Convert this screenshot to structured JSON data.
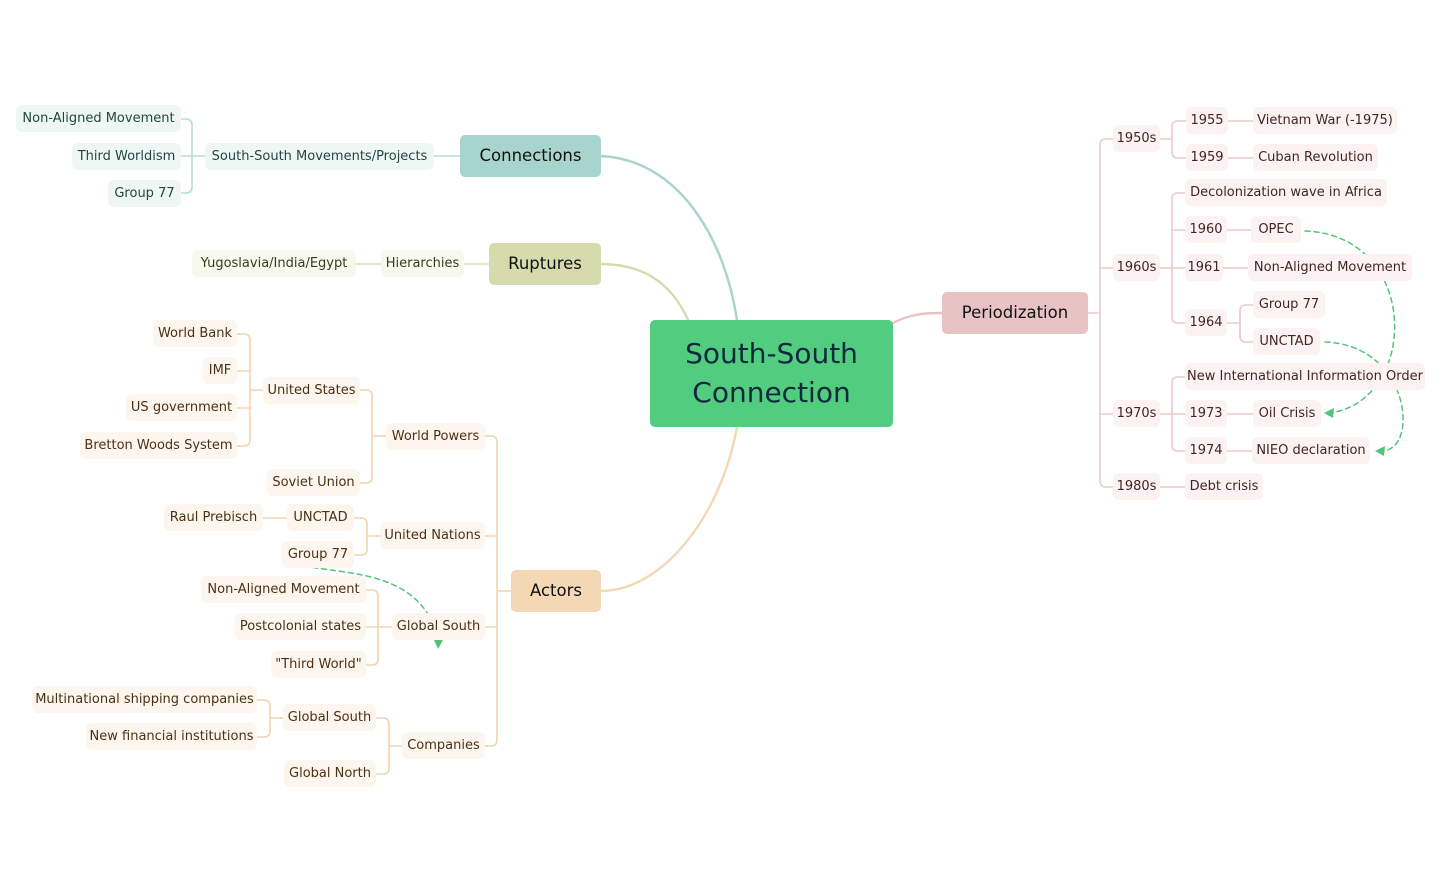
{
  "central": {
    "line1": "South-South",
    "line2": "Connection"
  },
  "colors": {
    "central": "#52cc7e",
    "connections": "#a7d5cd",
    "ruptures": "#d5dbad",
    "actors": "#f4d7b4",
    "periodization": "#e8c3c3",
    "relation_arrow": "#52c47a"
  },
  "connections": {
    "label": "Connections",
    "child": "South-South Movements/Projects",
    "leaves": [
      "Non-Aligned Movement",
      "Third Worldism",
      "Group 77"
    ]
  },
  "ruptures": {
    "label": "Ruptures",
    "child": "Hierarchies",
    "leaf": "Yugoslavia/India/Egypt"
  },
  "actors": {
    "label": "Actors",
    "world_powers": {
      "label": "World Powers",
      "united_states": {
        "label": "United States",
        "leaves": [
          "World Bank",
          "IMF",
          "US government",
          "Bretton Woods System"
        ]
      },
      "soviet_union": "Soviet Union"
    },
    "united_nations": {
      "label": "United Nations",
      "unctad": "UNCTAD",
      "raul_prebisch": "Raul Prebisch",
      "group77": "Group 77"
    },
    "global_south": {
      "label": "Global South",
      "leaves": [
        "Non-Aligned Movement",
        "Postcolonial states",
        "\"Third World\""
      ]
    },
    "companies": {
      "label": "Companies",
      "global_south": {
        "label": "Global South",
        "leaves": [
          "Multinational shipping companies",
          "New financial institutions"
        ]
      },
      "global_north": "Global North"
    }
  },
  "periodization": {
    "label": "Periodization",
    "d1950s": {
      "label": "1950s",
      "y1955": "1955",
      "e1955": "Vietnam War (-1975)",
      "y1959": "1959",
      "e1959": "Cuban Revolution"
    },
    "d1960s": {
      "label": "1960s",
      "decolonization": "Decolonization wave in Africa",
      "y1960": "1960",
      "e1960": "OPEC",
      "y1961": "1961",
      "e1961": "Non-Aligned Movement",
      "y1964": "1964",
      "e1964a": "Group 77",
      "e1964b": "UNCTAD"
    },
    "d1970s": {
      "label": "1970s",
      "niio": "New International Information Order",
      "y1973": "1973",
      "e1973": "Oil Crisis",
      "y1974": "1974",
      "e1974": "NIEO declaration"
    },
    "d1980s": {
      "label": "1980s",
      "e": "Debt crisis"
    }
  }
}
